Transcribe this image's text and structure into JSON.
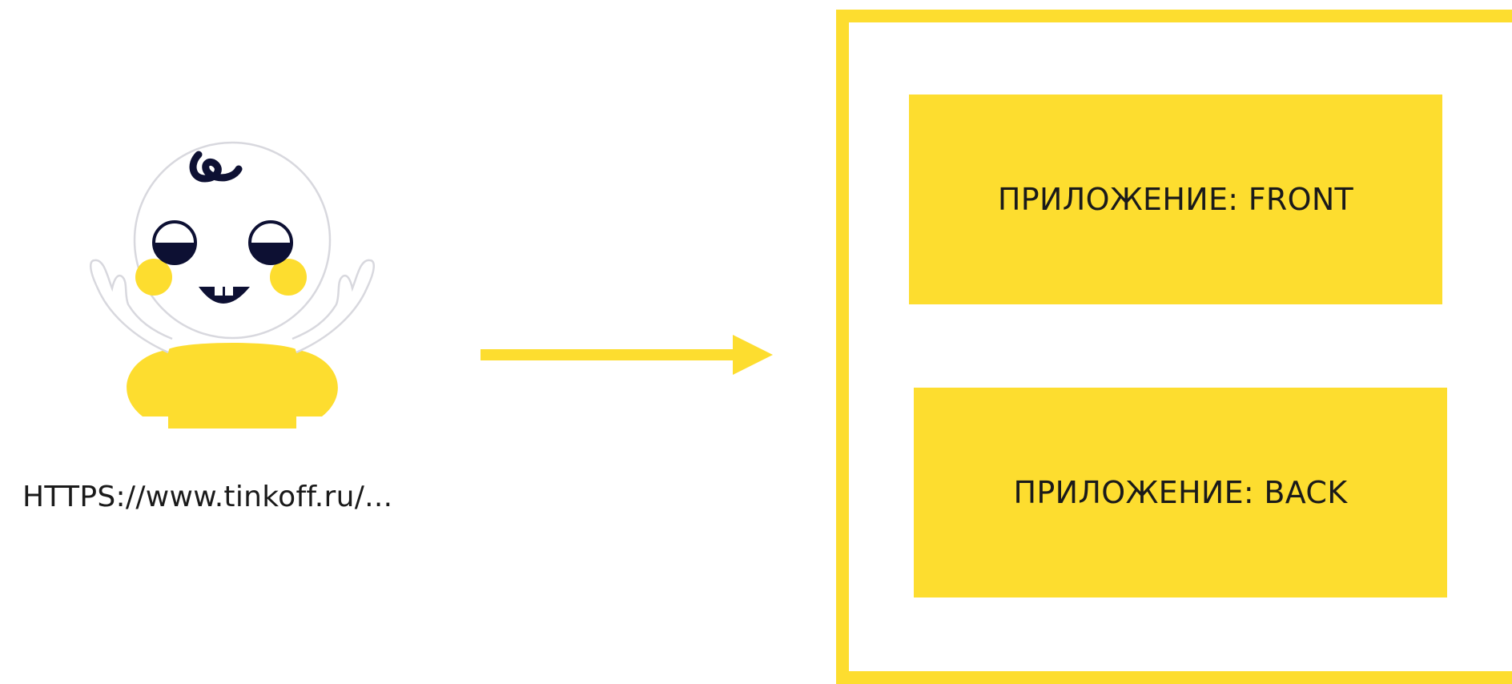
{
  "colors": {
    "accent": "#fddd2f",
    "text": "#1a1a1a",
    "mascot_features": "#0d1033",
    "background": "#ffffff"
  },
  "client": {
    "mascot_icon": "baby-mascot-icon",
    "url": "HTTPS://www.tinkoff.ru/..."
  },
  "connector": {
    "icon": "arrow-right-icon"
  },
  "server": {
    "apps": [
      {
        "label": "ПРИЛОЖЕНИЕ: FRONT"
      },
      {
        "label": "ПРИЛОЖЕНИЕ: BACK"
      }
    ]
  }
}
